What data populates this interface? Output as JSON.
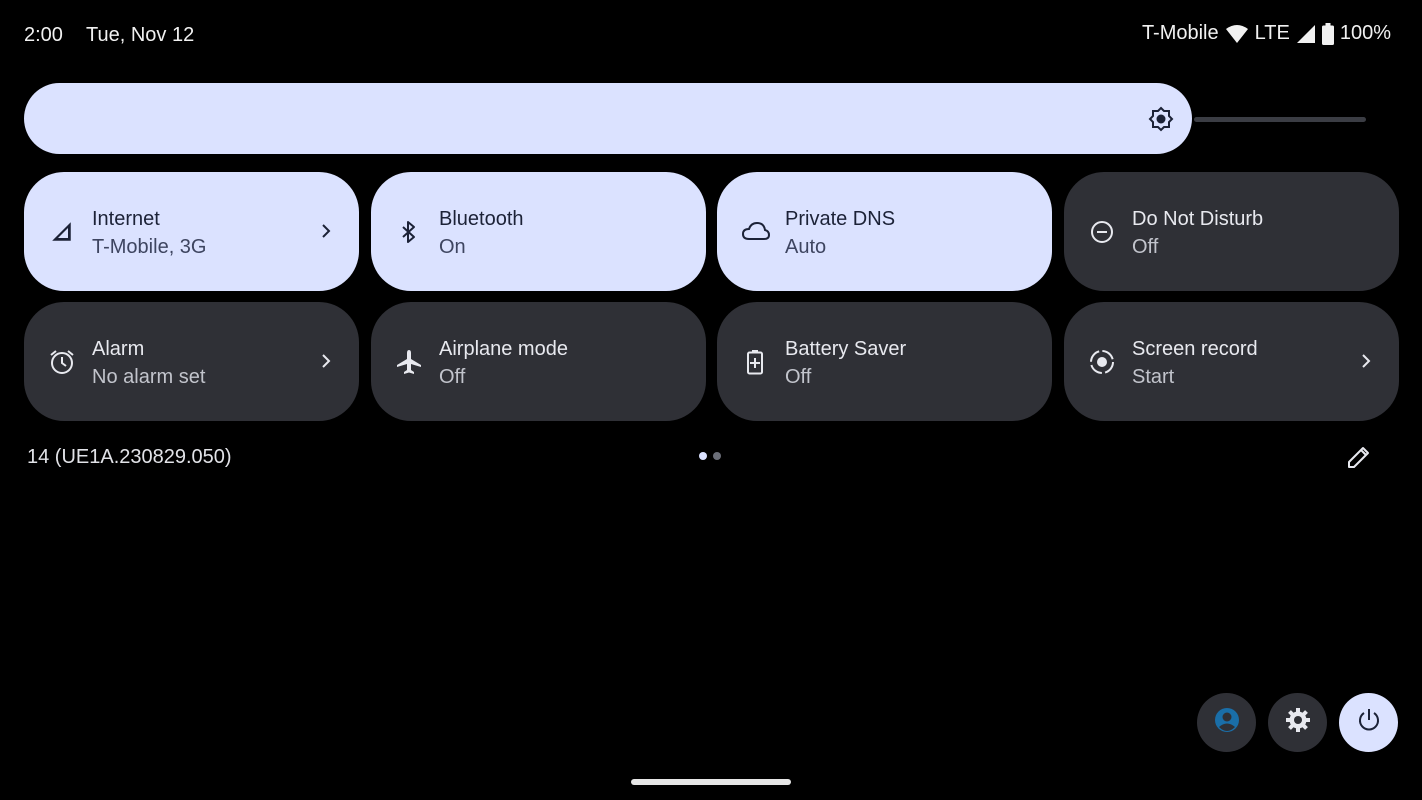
{
  "status_bar": {
    "time": "2:00",
    "date": "Tue, Nov 12",
    "carrier": "T-Mobile",
    "network": "LTE",
    "battery": "100%",
    "icons": [
      "wifi-icon",
      "signal-icon",
      "battery-icon"
    ]
  },
  "brightness": {
    "icon": "brightness-icon",
    "level": 0.87
  },
  "tiles": [
    {
      "title": "Internet",
      "subtitle": "T-Mobile, 3G",
      "icon": "signal-icon",
      "state": "on",
      "chevron": true
    },
    {
      "title": "Bluetooth",
      "subtitle": "On",
      "icon": "bluetooth-icon",
      "state": "on",
      "chevron": false
    },
    {
      "title": "Private DNS",
      "subtitle": "Auto",
      "icon": "cloud-icon",
      "state": "on",
      "chevron": false
    },
    {
      "title": "Do Not Disturb",
      "subtitle": "Off",
      "icon": "do-not-disturb-icon",
      "state": "off",
      "chevron": false
    },
    {
      "title": "Alarm",
      "subtitle": "No alarm set",
      "icon": "alarm-icon",
      "state": "off",
      "chevron": true
    },
    {
      "title": "Airplane mode",
      "subtitle": "Off",
      "icon": "airplane-icon",
      "state": "off",
      "chevron": false
    },
    {
      "title": "Battery Saver",
      "subtitle": "Off",
      "icon": "battery-saver-icon",
      "state": "off",
      "chevron": false
    },
    {
      "title": "Screen record",
      "subtitle": "Start",
      "icon": "screen-record-icon",
      "state": "off",
      "chevron": true
    }
  ],
  "footer": {
    "build": "14 (UE1A.230829.050)",
    "pages": 2,
    "current_page": 1,
    "edit_icon": "pencil-icon"
  },
  "bottom_buttons": [
    "user-icon",
    "gear-icon",
    "power-icon"
  ],
  "colors": {
    "accent": "#dbe2ff",
    "tile_off": "#2f3036",
    "background": "#000000",
    "user_icon": "#1a6ea8"
  }
}
